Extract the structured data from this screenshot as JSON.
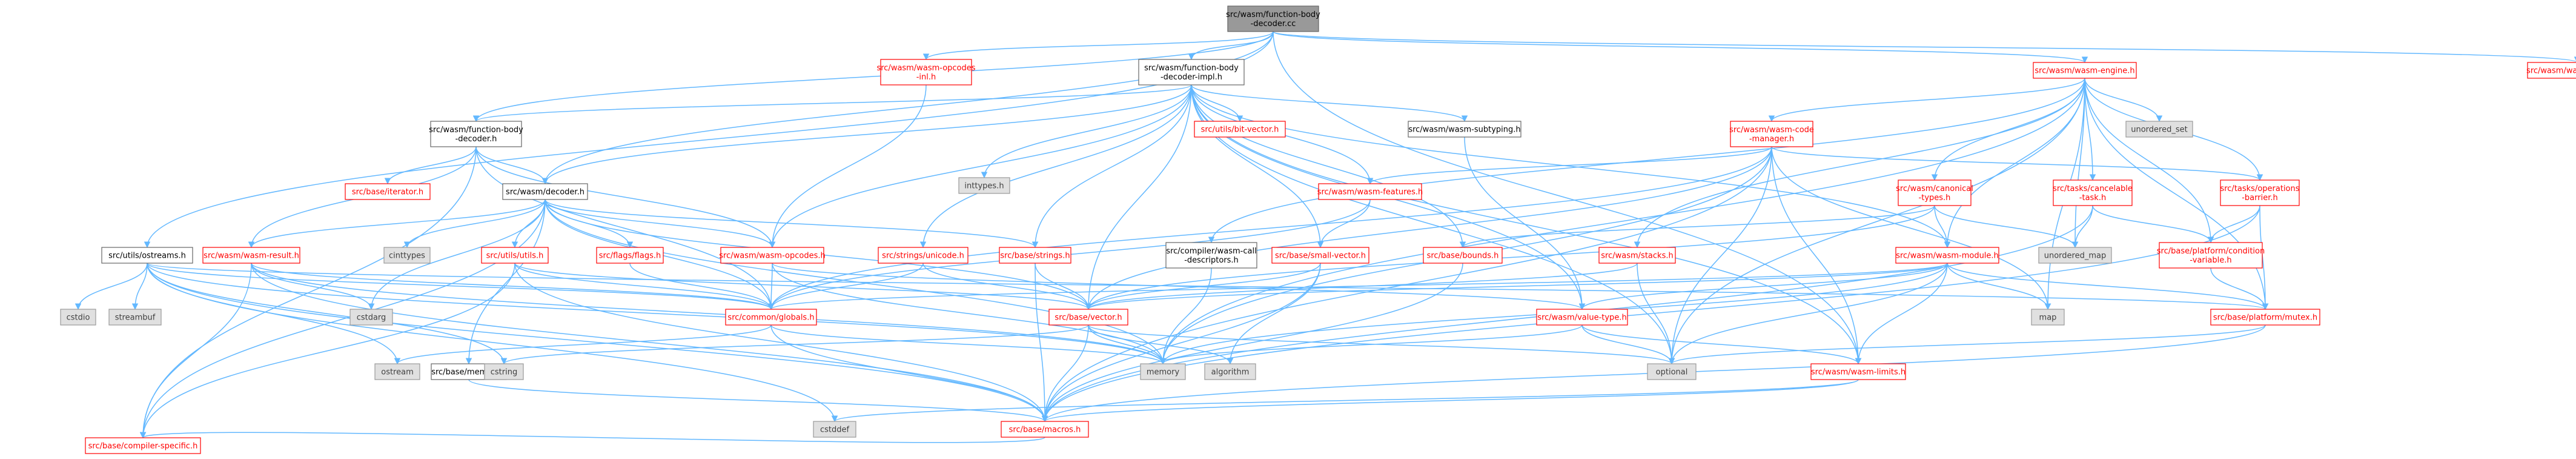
{
  "colors": {
    "edge": "#63b8ff",
    "root_fill": "#999999",
    "red_text": "#ff0000",
    "system_fill": "#e0e0e0",
    "system_text": "#3f3f3f"
  },
  "nodes": [
    {
      "id": "root",
      "kind": "root",
      "lines": [
        "src/wasm/function-body",
        "-decoder.cc"
      ]
    },
    {
      "id": "opcodes_inl",
      "kind": "red",
      "lines": [
        "src/wasm/wasm-opcodes",
        "-inl.h"
      ]
    },
    {
      "id": "fbd_impl",
      "kind": "black",
      "lines": [
        "src/wasm/function-body",
        "-decoder-impl.h"
      ]
    },
    {
      "id": "engine",
      "kind": "red",
      "lines": [
        "src/wasm/wasm-engine.h"
      ]
    },
    {
      "id": "linkage",
      "kind": "red",
      "lines": [
        "src/wasm/wasm-linkage.h"
      ]
    },
    {
      "id": "fbd",
      "kind": "black",
      "lines": [
        "src/wasm/function-body",
        "-decoder.h"
      ]
    },
    {
      "id": "inttypes",
      "kind": "sys",
      "lines": [
        "inttypes.h"
      ]
    },
    {
      "id": "bitvector",
      "kind": "red",
      "lines": [
        "src/utils/bit-vector.h"
      ]
    },
    {
      "id": "subtyping",
      "kind": "black",
      "lines": [
        "src/wasm/wasm-subtyping.h"
      ]
    },
    {
      "id": "codemgr",
      "kind": "red",
      "lines": [
        "src/wasm/wasm-code",
        "-manager.h"
      ]
    },
    {
      "id": "unordered_set",
      "kind": "sys",
      "lines": [
        "unordered_set"
      ]
    },
    {
      "id": "iterator",
      "kind": "red",
      "lines": [
        "src/base/iterator.h"
      ]
    },
    {
      "id": "decoder",
      "kind": "black",
      "lines": [
        "src/wasm/decoder.h"
      ]
    },
    {
      "id": "features",
      "kind": "red",
      "lines": [
        "src/wasm/wasm-features.h"
      ]
    },
    {
      "id": "canonical",
      "kind": "red",
      "lines": [
        "src/wasm/canonical",
        "-types.h"
      ]
    },
    {
      "id": "cancelable",
      "kind": "red",
      "lines": [
        "src/tasks/cancelable",
        "-task.h"
      ]
    },
    {
      "id": "opbarriers",
      "kind": "red",
      "lines": [
        "src/tasks/operations",
        "-barrier.h"
      ]
    },
    {
      "id": "ostreams",
      "kind": "black",
      "lines": [
        "src/utils/ostreams.h"
      ]
    },
    {
      "id": "result",
      "kind": "red",
      "lines": [
        "src/wasm/wasm-result.h"
      ]
    },
    {
      "id": "cinttypes",
      "kind": "sys",
      "lines": [
        "cinttypes"
      ]
    },
    {
      "id": "utils",
      "kind": "red",
      "lines": [
        "src/utils/utils.h"
      ]
    },
    {
      "id": "flags",
      "kind": "red",
      "lines": [
        "src/flags/flags.h"
      ]
    },
    {
      "id": "opcodes",
      "kind": "red",
      "lines": [
        "src/wasm/wasm-opcodes.h"
      ]
    },
    {
      "id": "unicode",
      "kind": "red",
      "lines": [
        "src/strings/unicode.h"
      ]
    },
    {
      "id": "strings",
      "kind": "red",
      "lines": [
        "src/base/strings.h"
      ]
    },
    {
      "id": "calldesc",
      "kind": "black",
      "lines": [
        "src/compiler/wasm-call",
        "-descriptors.h"
      ]
    },
    {
      "id": "smallvector",
      "kind": "red",
      "lines": [
        "src/base/small-vector.h"
      ]
    },
    {
      "id": "bounds",
      "kind": "red",
      "lines": [
        "src/base/bounds.h"
      ]
    },
    {
      "id": "stacks",
      "kind": "red",
      "lines": [
        "src/wasm/stacks.h"
      ]
    },
    {
      "id": "module",
      "kind": "red",
      "lines": [
        "src/wasm/wasm-module.h"
      ]
    },
    {
      "id": "unordered_map",
      "kind": "sys",
      "lines": [
        "unordered_map"
      ]
    },
    {
      "id": "condvar",
      "kind": "red",
      "lines": [
        "src/base/platform/condition",
        "-variable.h"
      ]
    },
    {
      "id": "cstdio",
      "kind": "sys",
      "lines": [
        "cstdio"
      ]
    },
    {
      "id": "streambuf",
      "kind": "sys",
      "lines": [
        "streambuf"
      ]
    },
    {
      "id": "cstdarg",
      "kind": "sys",
      "lines": [
        "cstdarg"
      ]
    },
    {
      "id": "globals",
      "kind": "red",
      "lines": [
        "src/common/globals.h"
      ]
    },
    {
      "id": "vector",
      "kind": "red",
      "lines": [
        "src/base/vector.h"
      ]
    },
    {
      "id": "valuetype",
      "kind": "red",
      "lines": [
        "src/wasm/value-type.h"
      ]
    },
    {
      "id": "map",
      "kind": "sys",
      "lines": [
        "map"
      ]
    },
    {
      "id": "mutex",
      "kind": "red",
      "lines": [
        "src/base/platform/mutex.h"
      ]
    },
    {
      "id": "ostream",
      "kind": "sys",
      "lines": [
        "ostream"
      ]
    },
    {
      "id": "basememory",
      "kind": "black",
      "lines": [
        "src/base/memory.h"
      ]
    },
    {
      "id": "cstring",
      "kind": "sys",
      "lines": [
        "cstring"
      ]
    },
    {
      "id": "memory",
      "kind": "sys",
      "lines": [
        "memory"
      ]
    },
    {
      "id": "algorithm",
      "kind": "sys",
      "lines": [
        "algorithm"
      ]
    },
    {
      "id": "optional",
      "kind": "sys",
      "lines": [
        "optional"
      ]
    },
    {
      "id": "limits",
      "kind": "red",
      "lines": [
        "src/wasm/wasm-limits.h"
      ]
    },
    {
      "id": "cstddef",
      "kind": "sys",
      "lines": [
        "cstddef"
      ]
    },
    {
      "id": "macros",
      "kind": "red",
      "lines": [
        "src/base/macros.h"
      ]
    },
    {
      "id": "compspec",
      "kind": "red",
      "lines": [
        "src/base/compiler-specific.h"
      ]
    }
  ],
  "edges": [
    [
      "root",
      "opcodes_inl"
    ],
    [
      "root",
      "fbd_impl"
    ],
    [
      "root",
      "engine"
    ],
    [
      "root",
      "linkage"
    ],
    [
      "root",
      "fbd"
    ],
    [
      "root",
      "decoder"
    ],
    [
      "root",
      "ostreams"
    ],
    [
      "root",
      "limits"
    ],
    [
      "opcodes_inl",
      "opcodes"
    ],
    [
      "fbd_impl",
      "inttypes"
    ],
    [
      "fbd_impl",
      "bitvector"
    ],
    [
      "fbd_impl",
      "subtyping"
    ],
    [
      "fbd_impl",
      "fbd"
    ],
    [
      "fbd_impl",
      "decoder"
    ],
    [
      "fbd_impl",
      "features"
    ],
    [
      "fbd_impl",
      "opcodes"
    ],
    [
      "fbd_impl",
      "unicode"
    ],
    [
      "fbd_impl",
      "strings"
    ],
    [
      "fbd_impl",
      "smallvector"
    ],
    [
      "fbd_impl",
      "bounds"
    ],
    [
      "fbd_impl",
      "vector"
    ],
    [
      "fbd_impl",
      "valuetype"
    ],
    [
      "fbd_impl",
      "module"
    ],
    [
      "fbd_impl",
      "limits"
    ],
    [
      "fbd_impl",
      "optional"
    ],
    [
      "engine",
      "codemgr"
    ],
    [
      "engine",
      "unordered_set"
    ],
    [
      "engine",
      "canonical"
    ],
    [
      "engine",
      "cancelable"
    ],
    [
      "engine",
      "opbarriers"
    ],
    [
      "engine",
      "stacks"
    ],
    [
      "engine",
      "module"
    ],
    [
      "engine",
      "unordered_map"
    ],
    [
      "engine",
      "condvar"
    ],
    [
      "engine",
      "mutex"
    ],
    [
      "engine",
      "memory"
    ],
    [
      "engine",
      "optional"
    ],
    [
      "engine",
      "calldesc"
    ],
    [
      "engine",
      "map"
    ],
    [
      "fbd",
      "iterator"
    ],
    [
      "fbd",
      "decoder"
    ],
    [
      "fbd",
      "result"
    ],
    [
      "fbd",
      "opcodes"
    ],
    [
      "fbd",
      "globals"
    ],
    [
      "fbd",
      "compspec"
    ],
    [
      "subtyping",
      "valuetype"
    ],
    [
      "codemgr",
      "features"
    ],
    [
      "codemgr",
      "opbarriers"
    ],
    [
      "codemgr",
      "limits"
    ],
    [
      "codemgr",
      "globals"
    ],
    [
      "codemgr",
      "macros"
    ],
    [
      "codemgr",
      "vector"
    ],
    [
      "codemgr",
      "optional"
    ],
    [
      "codemgr",
      "memory"
    ],
    [
      "codemgr",
      "map"
    ],
    [
      "decoder",
      "result"
    ],
    [
      "decoder",
      "cinttypes"
    ],
    [
      "decoder",
      "utils"
    ],
    [
      "decoder",
      "flags"
    ],
    [
      "decoder",
      "opcodes"
    ],
    [
      "decoder",
      "strings"
    ],
    [
      "decoder",
      "globals"
    ],
    [
      "decoder",
      "vector"
    ],
    [
      "decoder",
      "memory"
    ],
    [
      "decoder",
      "cstdarg"
    ],
    [
      "decoder",
      "basememory"
    ],
    [
      "decoder",
      "compspec"
    ],
    [
      "features",
      "globals"
    ],
    [
      "features",
      "smallvector"
    ],
    [
      "canonical",
      "module"
    ],
    [
      "canonical",
      "bounds"
    ],
    [
      "canonical",
      "unordered_map"
    ],
    [
      "canonical",
      "vector"
    ],
    [
      "cancelable",
      "condvar"
    ],
    [
      "cancelable",
      "unordered_map"
    ],
    [
      "cancelable",
      "macros"
    ],
    [
      "opbarriers",
      "condvar"
    ],
    [
      "opbarriers",
      "mutex"
    ],
    [
      "opbarriers",
      "macros"
    ],
    [
      "ostreams",
      "cstdio"
    ],
    [
      "ostreams",
      "streambuf"
    ],
    [
      "ostreams",
      "globals"
    ],
    [
      "ostreams",
      "mutex"
    ],
    [
      "ostreams",
      "ostream"
    ],
    [
      "ostreams",
      "memory"
    ],
    [
      "ostreams",
      "cstddef"
    ],
    [
      "ostreams",
      "macros"
    ],
    [
      "ostreams",
      "cstring"
    ],
    [
      "result",
      "globals"
    ],
    [
      "result",
      "cstdarg"
    ],
    [
      "result",
      "memory"
    ],
    [
      "result",
      "macros"
    ],
    [
      "result",
      "compspec"
    ],
    [
      "utils",
      "globals"
    ],
    [
      "utils",
      "vector"
    ],
    [
      "utils",
      "macros"
    ],
    [
      "utils",
      "compspec"
    ],
    [
      "flags",
      "globals"
    ],
    [
      "opcodes",
      "globals"
    ],
    [
      "opcodes",
      "valuetype"
    ],
    [
      "opcodes",
      "memory"
    ],
    [
      "unicode",
      "globals"
    ],
    [
      "unicode",
      "vector"
    ],
    [
      "strings",
      "vector"
    ],
    [
      "strings",
      "macros"
    ],
    [
      "calldesc",
      "memory"
    ],
    [
      "smallvector",
      "vector"
    ],
    [
      "smallvector",
      "algorithm"
    ],
    [
      "smallvector",
      "macros"
    ],
    [
      "bounds",
      "macros"
    ],
    [
      "stacks",
      "vector"
    ],
    [
      "stacks",
      "optional"
    ],
    [
      "module",
      "globals"
    ],
    [
      "module",
      "vector"
    ],
    [
      "module",
      "valuetype"
    ],
    [
      "module",
      "map"
    ],
    [
      "module",
      "mutex"
    ],
    [
      "module",
      "limits"
    ],
    [
      "module",
      "optional"
    ],
    [
      "module",
      "memory"
    ],
    [
      "condvar",
      "mutex"
    ],
    [
      "globals",
      "macros"
    ],
    [
      "globals",
      "memory"
    ],
    [
      "globals",
      "ostream"
    ],
    [
      "vector",
      "algorithm"
    ],
    [
      "vector",
      "cstring"
    ],
    [
      "vector",
      "memory"
    ],
    [
      "vector",
      "macros"
    ],
    [
      "vector",
      "optional"
    ],
    [
      "valuetype",
      "optional"
    ],
    [
      "valuetype",
      "memory"
    ],
    [
      "valuetype",
      "limits"
    ],
    [
      "mutex",
      "optional"
    ],
    [
      "mutex",
      "macros"
    ],
    [
      "basememory",
      "macros"
    ],
    [
      "limits",
      "cstddef"
    ],
    [
      "limits",
      "macros"
    ],
    [
      "macros",
      "compspec"
    ]
  ]
}
